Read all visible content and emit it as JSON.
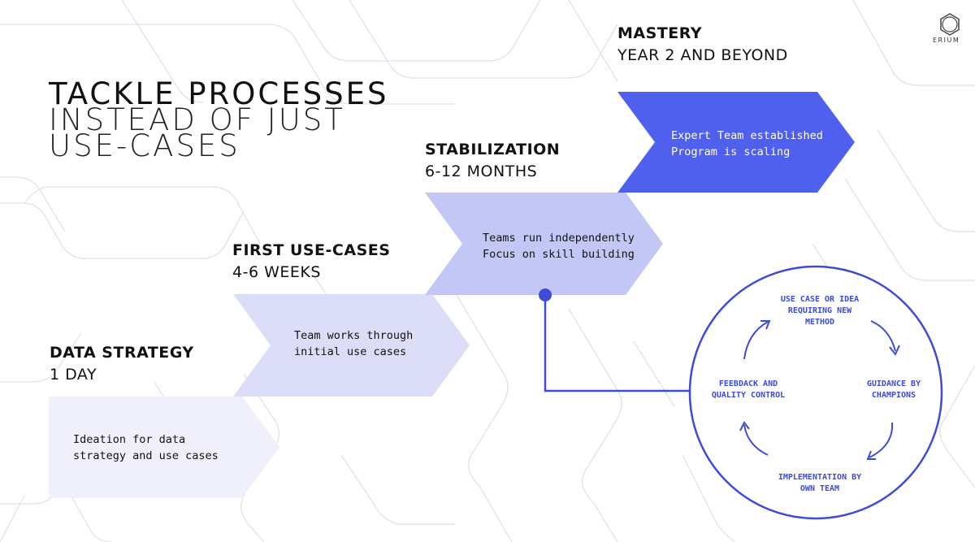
{
  "title": {
    "line1": "TACKLE PROCESSES",
    "line2": "INSTEAD OF JUST",
    "line3": "USE-CASES"
  },
  "logo": {
    "text": "ERIUM",
    "icon": "hexagon-ring-icon"
  },
  "stages": [
    {
      "name": "DATA STRATEGY",
      "duration": "1 DAY",
      "lines": [
        "Ideation for data",
        "strategy and use cases"
      ],
      "color": "#eff0fc"
    },
    {
      "name": "FIRST USE-CASES",
      "duration": "4-6 WEEKS",
      "lines": [
        "Team works through",
        "initial use cases"
      ],
      "color": "#dcdef9"
    },
    {
      "name": "STABILIZATION",
      "duration": "6-12 MONTHS",
      "lines": [
        "Teams run independently",
        "Focus on skill building"
      ],
      "color": "#c2c7f5"
    },
    {
      "name": "MASTERY",
      "duration": "YEAR 2 AND BEYOND",
      "lines": [
        "Expert Team established",
        "Program is scaling"
      ],
      "color": "#4f5fee"
    }
  ],
  "cycle": {
    "color": "#3d4bd6",
    "steps": [
      {
        "lines": [
          "USE CASE OR IDEA",
          "REQUIRING NEW",
          "METHOD"
        ]
      },
      {
        "lines": [
          "GUIDANCE BY",
          "CHAMPIONS"
        ]
      },
      {
        "lines": [
          "IMPLEMENTATION BY",
          "OWN TEAM"
        ]
      },
      {
        "lines": [
          "FEEBDACK AND",
          "QUALITY CONTROL"
        ]
      }
    ]
  }
}
